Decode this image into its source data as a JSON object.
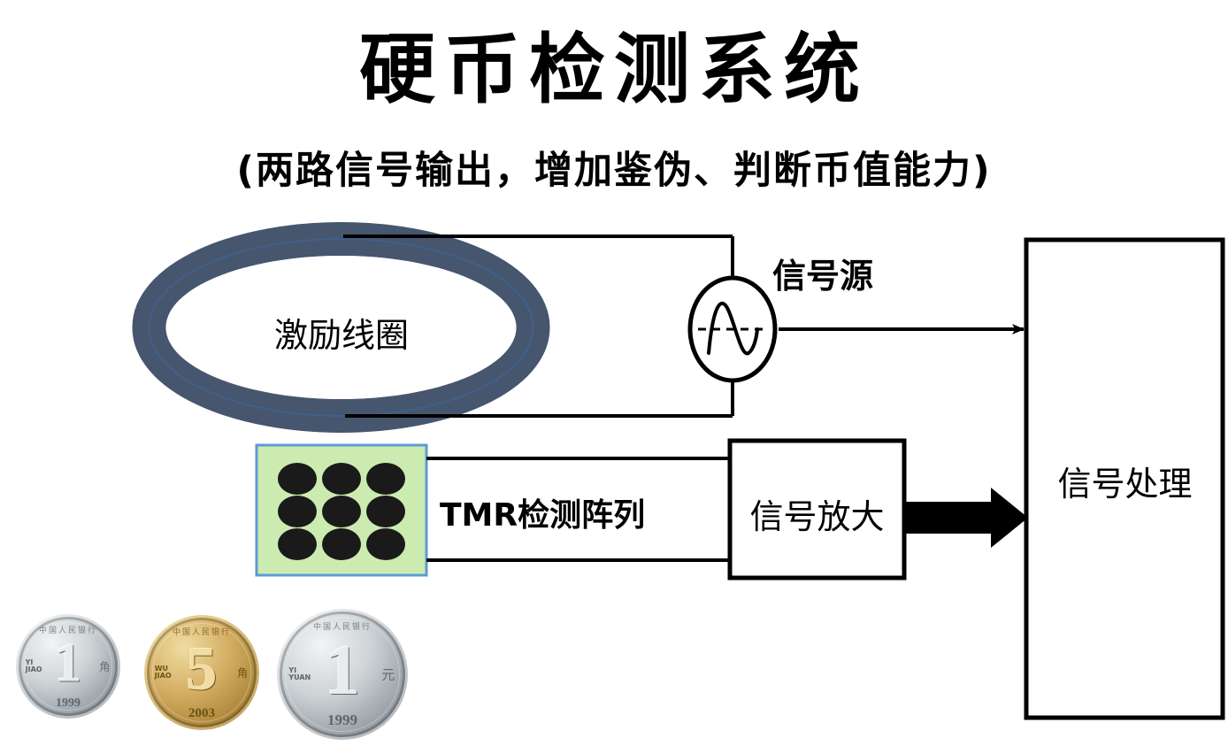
{
  "header": {
    "title": "硬币检测系统",
    "subtitle": "(两路信号输出，增加鉴伪、判断币值能力)"
  },
  "diagram": {
    "type": "block-diagram",
    "blocks": [
      {
        "id": "excitation-coil",
        "label": "激励线圈",
        "shape": "ellipse-ring",
        "fill": "#FFFFFF",
        "ring_color": "#46566F"
      },
      {
        "id": "signal-source",
        "label": "信号源",
        "shape": "oval-waveform",
        "icon": "sine-wave-icon"
      },
      {
        "id": "tmr-array",
        "label": "TMR检测阵列",
        "shape": "rect-dot-grid",
        "fill": "#CCEBB0",
        "border": "#5B9BD5",
        "rows": 3,
        "cols": 3,
        "dot_color": "#1A1A1A"
      },
      {
        "id": "signal-amplifier",
        "label": "信号放大",
        "shape": "rect",
        "fill": "#FFFFFF",
        "border": "#000000"
      },
      {
        "id": "signal-processing",
        "label": "信号处理",
        "shape": "rect",
        "fill": "#FFFFFF",
        "border": "#000000"
      }
    ],
    "connections": [
      {
        "from": "excitation-coil",
        "to": "signal-source",
        "style": "wire-loop"
      },
      {
        "from": "signal-source",
        "to": "signal-processing",
        "style": "thin-arrow"
      },
      {
        "from": "tmr-array",
        "to": "signal-amplifier",
        "style": "double-wire"
      },
      {
        "from": "signal-amplifier",
        "to": "signal-processing",
        "style": "thick-arrow"
      }
    ]
  },
  "coins": [
    {
      "denomination": "1",
      "unit": "角",
      "pinyin_line1": "YI",
      "pinyin_line2": "JIAO",
      "year": "1999",
      "inscription": "中国人民银行",
      "material": "silver"
    },
    {
      "denomination": "5",
      "unit": "角",
      "pinyin_line1": "WU",
      "pinyin_line2": "JIAO",
      "year": "2003",
      "inscription": "中国人民银行",
      "material": "gold"
    },
    {
      "denomination": "1",
      "unit": "元",
      "pinyin_line1": "YI",
      "pinyin_line2": "YUAN",
      "year": "1999",
      "inscription": "中国人民银行",
      "material": "silver"
    }
  ],
  "colors": {
    "coil_ring": "#46566F",
    "tmr_fill": "#CCEBB0",
    "tmr_border": "#5B9BD5",
    "line": "#000000",
    "background": "#FFFFFF"
  }
}
